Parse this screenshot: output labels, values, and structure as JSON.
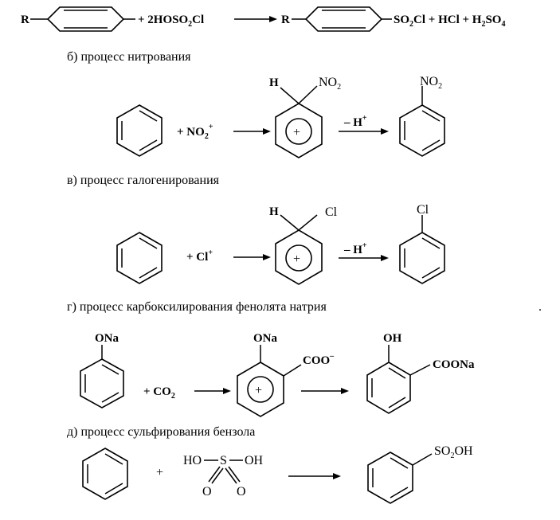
{
  "reaction_a": {
    "r_left": "R",
    "reagent": "+ 2HOSO",
    "reagent_sub": "2",
    "reagent_tail": "Cl",
    "r_right": "R",
    "products_so": "SO",
    "products_so_sub": "2",
    "products_tail": "Cl + HCl + H",
    "h2_sub": "2",
    "so4": "SO",
    "so4_sub": "4"
  },
  "section_b": {
    "caption": "б)  процесс нитрования",
    "reagent": "+ NO",
    "reagent_sub": "2",
    "reagent_sup": "+",
    "h_label": "H",
    "no2_label": "NO",
    "no2_sub": "2",
    "minus_h": "– H",
    "minus_h_sup": "+",
    "product_no2": "NO",
    "product_no2_sub": "2",
    "plus_sign": "+"
  },
  "section_v": {
    "caption": "в)  процесс галогенирования",
    "reagent": "+ Cl",
    "reagent_sup": "+",
    "h_label": "H",
    "cl_label": "Cl",
    "minus_h": "– H",
    "minus_h_sup": "+",
    "product_cl": "Cl",
    "plus_sign": "+"
  },
  "section_g": {
    "caption": "г)  процесс карбоксилирования фенолята натрия",
    "ona_1": "ONa",
    "reagent": "+ CO",
    "reagent_sub": "2",
    "ona_2": "ONa",
    "coo": "COO",
    "coo_sup": "–",
    "oh": "OH",
    "coona": "COONa",
    "plus_sign": "+"
  },
  "section_d": {
    "caption": "д)  процесс сульфирования бензола",
    "plus": "+",
    "ho": "HO",
    "s": "S",
    "oh": "OH",
    "o_left": "O",
    "o_right": "O",
    "so2oh_a": "SO",
    "so2oh_sub": "2",
    "so2oh_b": "OH"
  },
  "side_mark": "."
}
